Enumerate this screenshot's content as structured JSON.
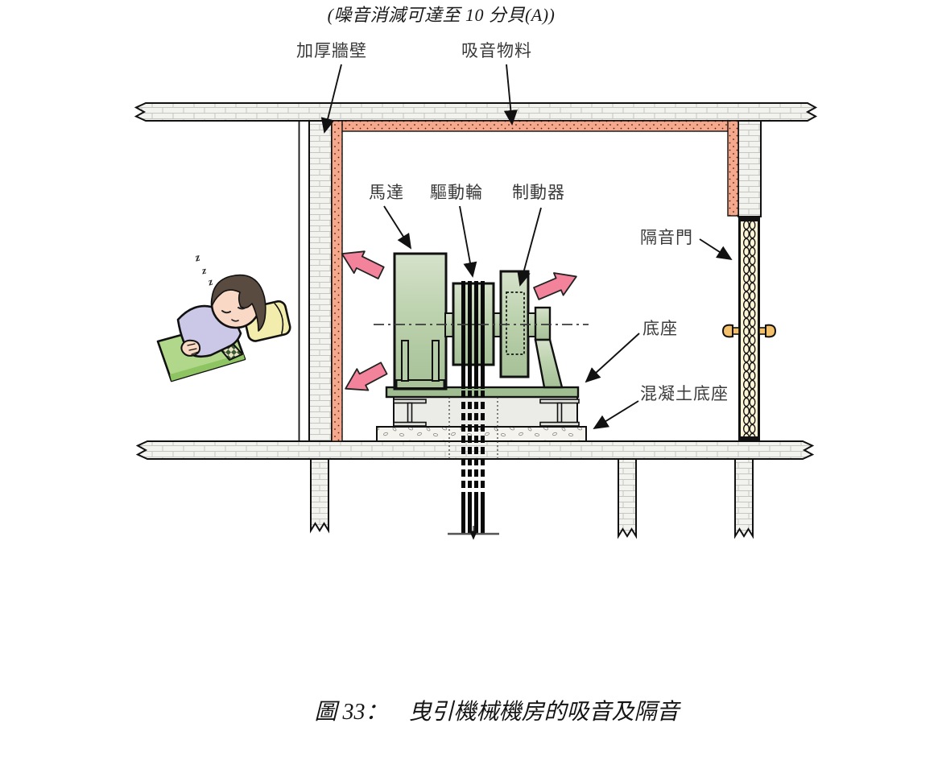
{
  "figure": {
    "subtitle": "(噪音消減可達至 10 分貝(A))",
    "caption": {
      "prefix": "圖 33：",
      "title": "曳引機械機房的吸音及隔音"
    }
  },
  "labels": {
    "thick_wall": "加厚牆壁",
    "absorbing_material": "吸音物料",
    "motor": "馬達",
    "drive_sheave": "驅動輪",
    "brake": "制動器",
    "soundproof_door": "隔音門",
    "machine_base": "底座",
    "concrete_base": "混凝土底座"
  },
  "illustration": {
    "sleep_z": [
      "z",
      "z",
      "z"
    ]
  },
  "colors": {
    "absorbing_lining": "#f6a88d",
    "noise_arrow": "#f2839a",
    "machine_green": "#b6cda9",
    "base_plate_green": "#9fbd90",
    "door_cream": "#fdf5d6",
    "door_handle": "#f5c06a",
    "brick_fill": "#f2f2ef",
    "concrete_fill": "#f4f3ed",
    "blanket_green": "#b0d78a",
    "pajama_lavender": "#cbc7e6"
  }
}
